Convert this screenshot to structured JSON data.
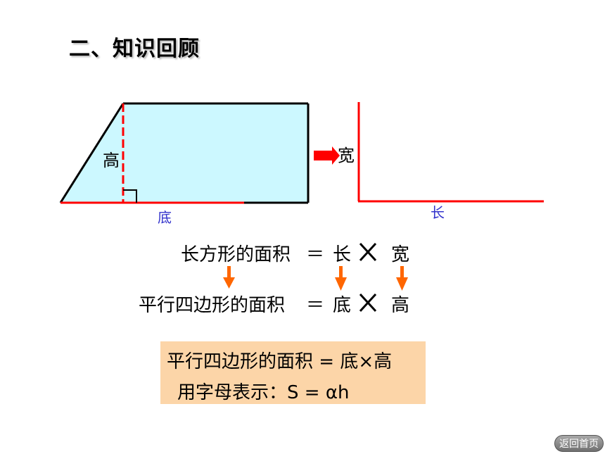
{
  "slide": {
    "title": "二、知识回顾"
  },
  "diagram": {
    "parallelogram": {
      "height_label": "高",
      "base_label": "底"
    },
    "rectangle": {
      "width_label": "宽",
      "length_label": "长"
    }
  },
  "equations": {
    "rect_lhs": "长方形的面积",
    "rect_eq": "＝",
    "rect_a": "长",
    "rect_b": "宽",
    "para_lhs": "平行四边形的面积",
    "para_eq": "＝",
    "para_a": "底",
    "para_b": "高"
  },
  "formula": {
    "line1": "平行四边形的面积 = 底×高",
    "line2": "用字母表示：S = αh"
  },
  "nav": {
    "back_label": "返回首页"
  },
  "colors": {
    "fill": "#ccf8ff",
    "red": "#ff0000",
    "arrow": "#ff6600",
    "box": "#fcd5a8"
  }
}
